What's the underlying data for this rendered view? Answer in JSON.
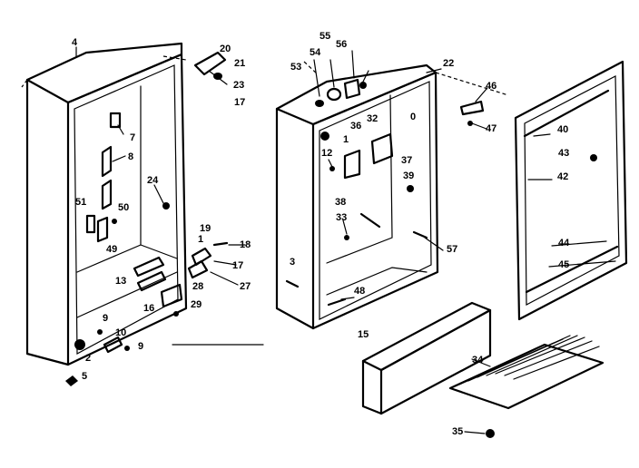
{
  "labels": [
    "2",
    "3",
    "4",
    "5",
    "7",
    "8",
    "9",
    "9",
    "10",
    "12",
    "13",
    "15",
    "16",
    "17",
    "17",
    "18",
    "19",
    "20",
    "21",
    "22",
    "23",
    "24",
    "27",
    "28",
    "29",
    "32",
    "33",
    "34",
    "35",
    "36",
    "37",
    "38",
    "39",
    "40",
    "42",
    "43",
    "44",
    "45",
    "46",
    "47",
    "48",
    "49",
    "50",
    "51",
    "53",
    "54",
    "55",
    "56",
    "57",
    "1",
    "1",
    "0"
  ]
}
